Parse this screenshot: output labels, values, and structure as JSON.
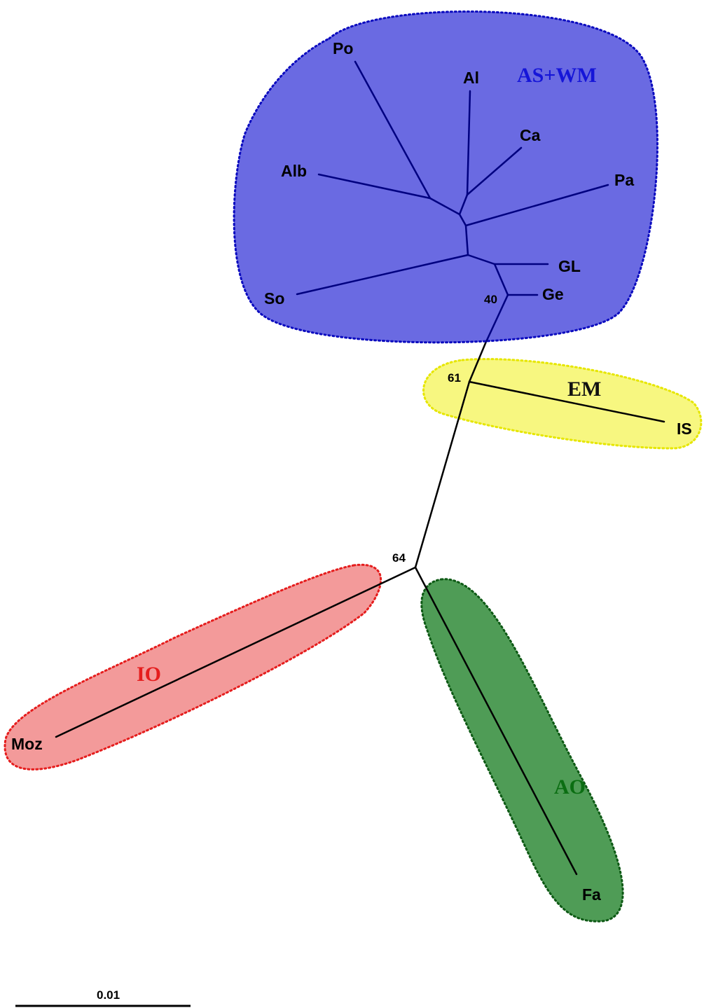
{
  "tree": {
    "groups": [
      {
        "id": "as-wm",
        "label": "AS+WM",
        "fill": "#6a6ae2",
        "stroke": "#0b0bbf",
        "text_color": "#1515d8"
      },
      {
        "id": "em",
        "label": "EM",
        "fill": "#f7f780",
        "stroke": "#e6e600",
        "text_color": "#111111"
      },
      {
        "id": "io",
        "label": "IO",
        "fill": "#f39a9a",
        "stroke": "#e51d1d",
        "text_color": "#e51d1d"
      },
      {
        "id": "ao",
        "label": "AO",
        "fill": "#4f9c56",
        "stroke": "#0e5a15",
        "text_color": "#0b6e12"
      }
    ],
    "leaves": [
      "Po",
      "Al",
      "Ca",
      "Alb",
      "Pa",
      "GL",
      "So",
      "Ge",
      "IS",
      "Moz",
      "Fa"
    ],
    "bootstrap": [
      "40",
      "61",
      "64"
    ],
    "scale_bar": "0.01",
    "colors": {
      "in_group_branch": "#000080",
      "branch": "#000000"
    }
  }
}
